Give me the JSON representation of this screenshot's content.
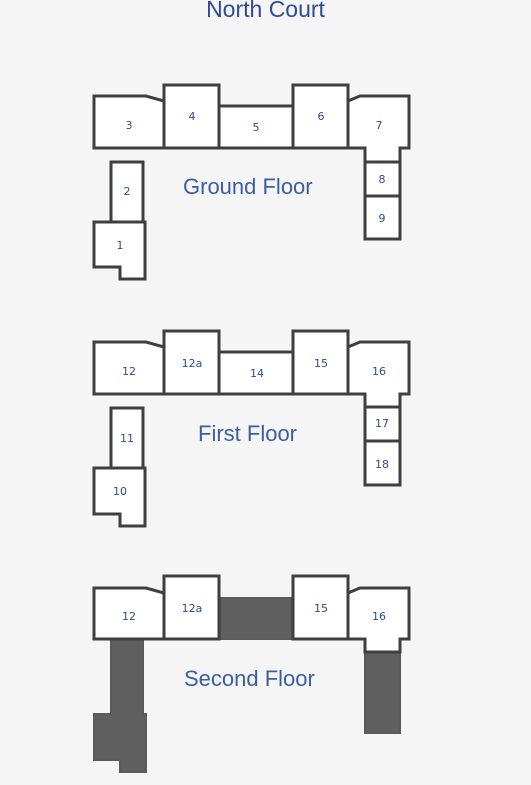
{
  "title": "North Court",
  "floors": [
    {
      "label": "Ground Floor",
      "rooms": [
        {
          "id": "3",
          "label": "3"
        },
        {
          "id": "4",
          "label": "4"
        },
        {
          "id": "5",
          "label": "5"
        },
        {
          "id": "6",
          "label": "6"
        },
        {
          "id": "7",
          "label": "7"
        },
        {
          "id": "2",
          "label": "2"
        },
        {
          "id": "8",
          "label": "8"
        },
        {
          "id": "9",
          "label": "9"
        },
        {
          "id": "1",
          "label": "1"
        }
      ]
    },
    {
      "label": "First Floor",
      "rooms": [
        {
          "id": "12",
          "label": "12"
        },
        {
          "id": "12a",
          "label": "12a"
        },
        {
          "id": "14",
          "label": "14"
        },
        {
          "id": "15",
          "label": "15"
        },
        {
          "id": "16",
          "label": "16"
        },
        {
          "id": "11",
          "label": "11"
        },
        {
          "id": "17",
          "label": "17"
        },
        {
          "id": "18",
          "label": "18"
        },
        {
          "id": "10",
          "label": "10"
        }
      ]
    },
    {
      "label": "Second Floor",
      "rooms": [
        {
          "id": "12",
          "label": "12"
        },
        {
          "id": "12a",
          "label": "12a"
        },
        {
          "id": "15",
          "label": "15"
        },
        {
          "id": "16",
          "label": "16"
        }
      ]
    }
  ],
  "colors": {
    "title": "#2d4c93",
    "room_fill": "#ffffff",
    "room_stroke": "#3f3f3f",
    "unavailable_fill": "#5f5f5f",
    "background": "#f5f5f5"
  }
}
